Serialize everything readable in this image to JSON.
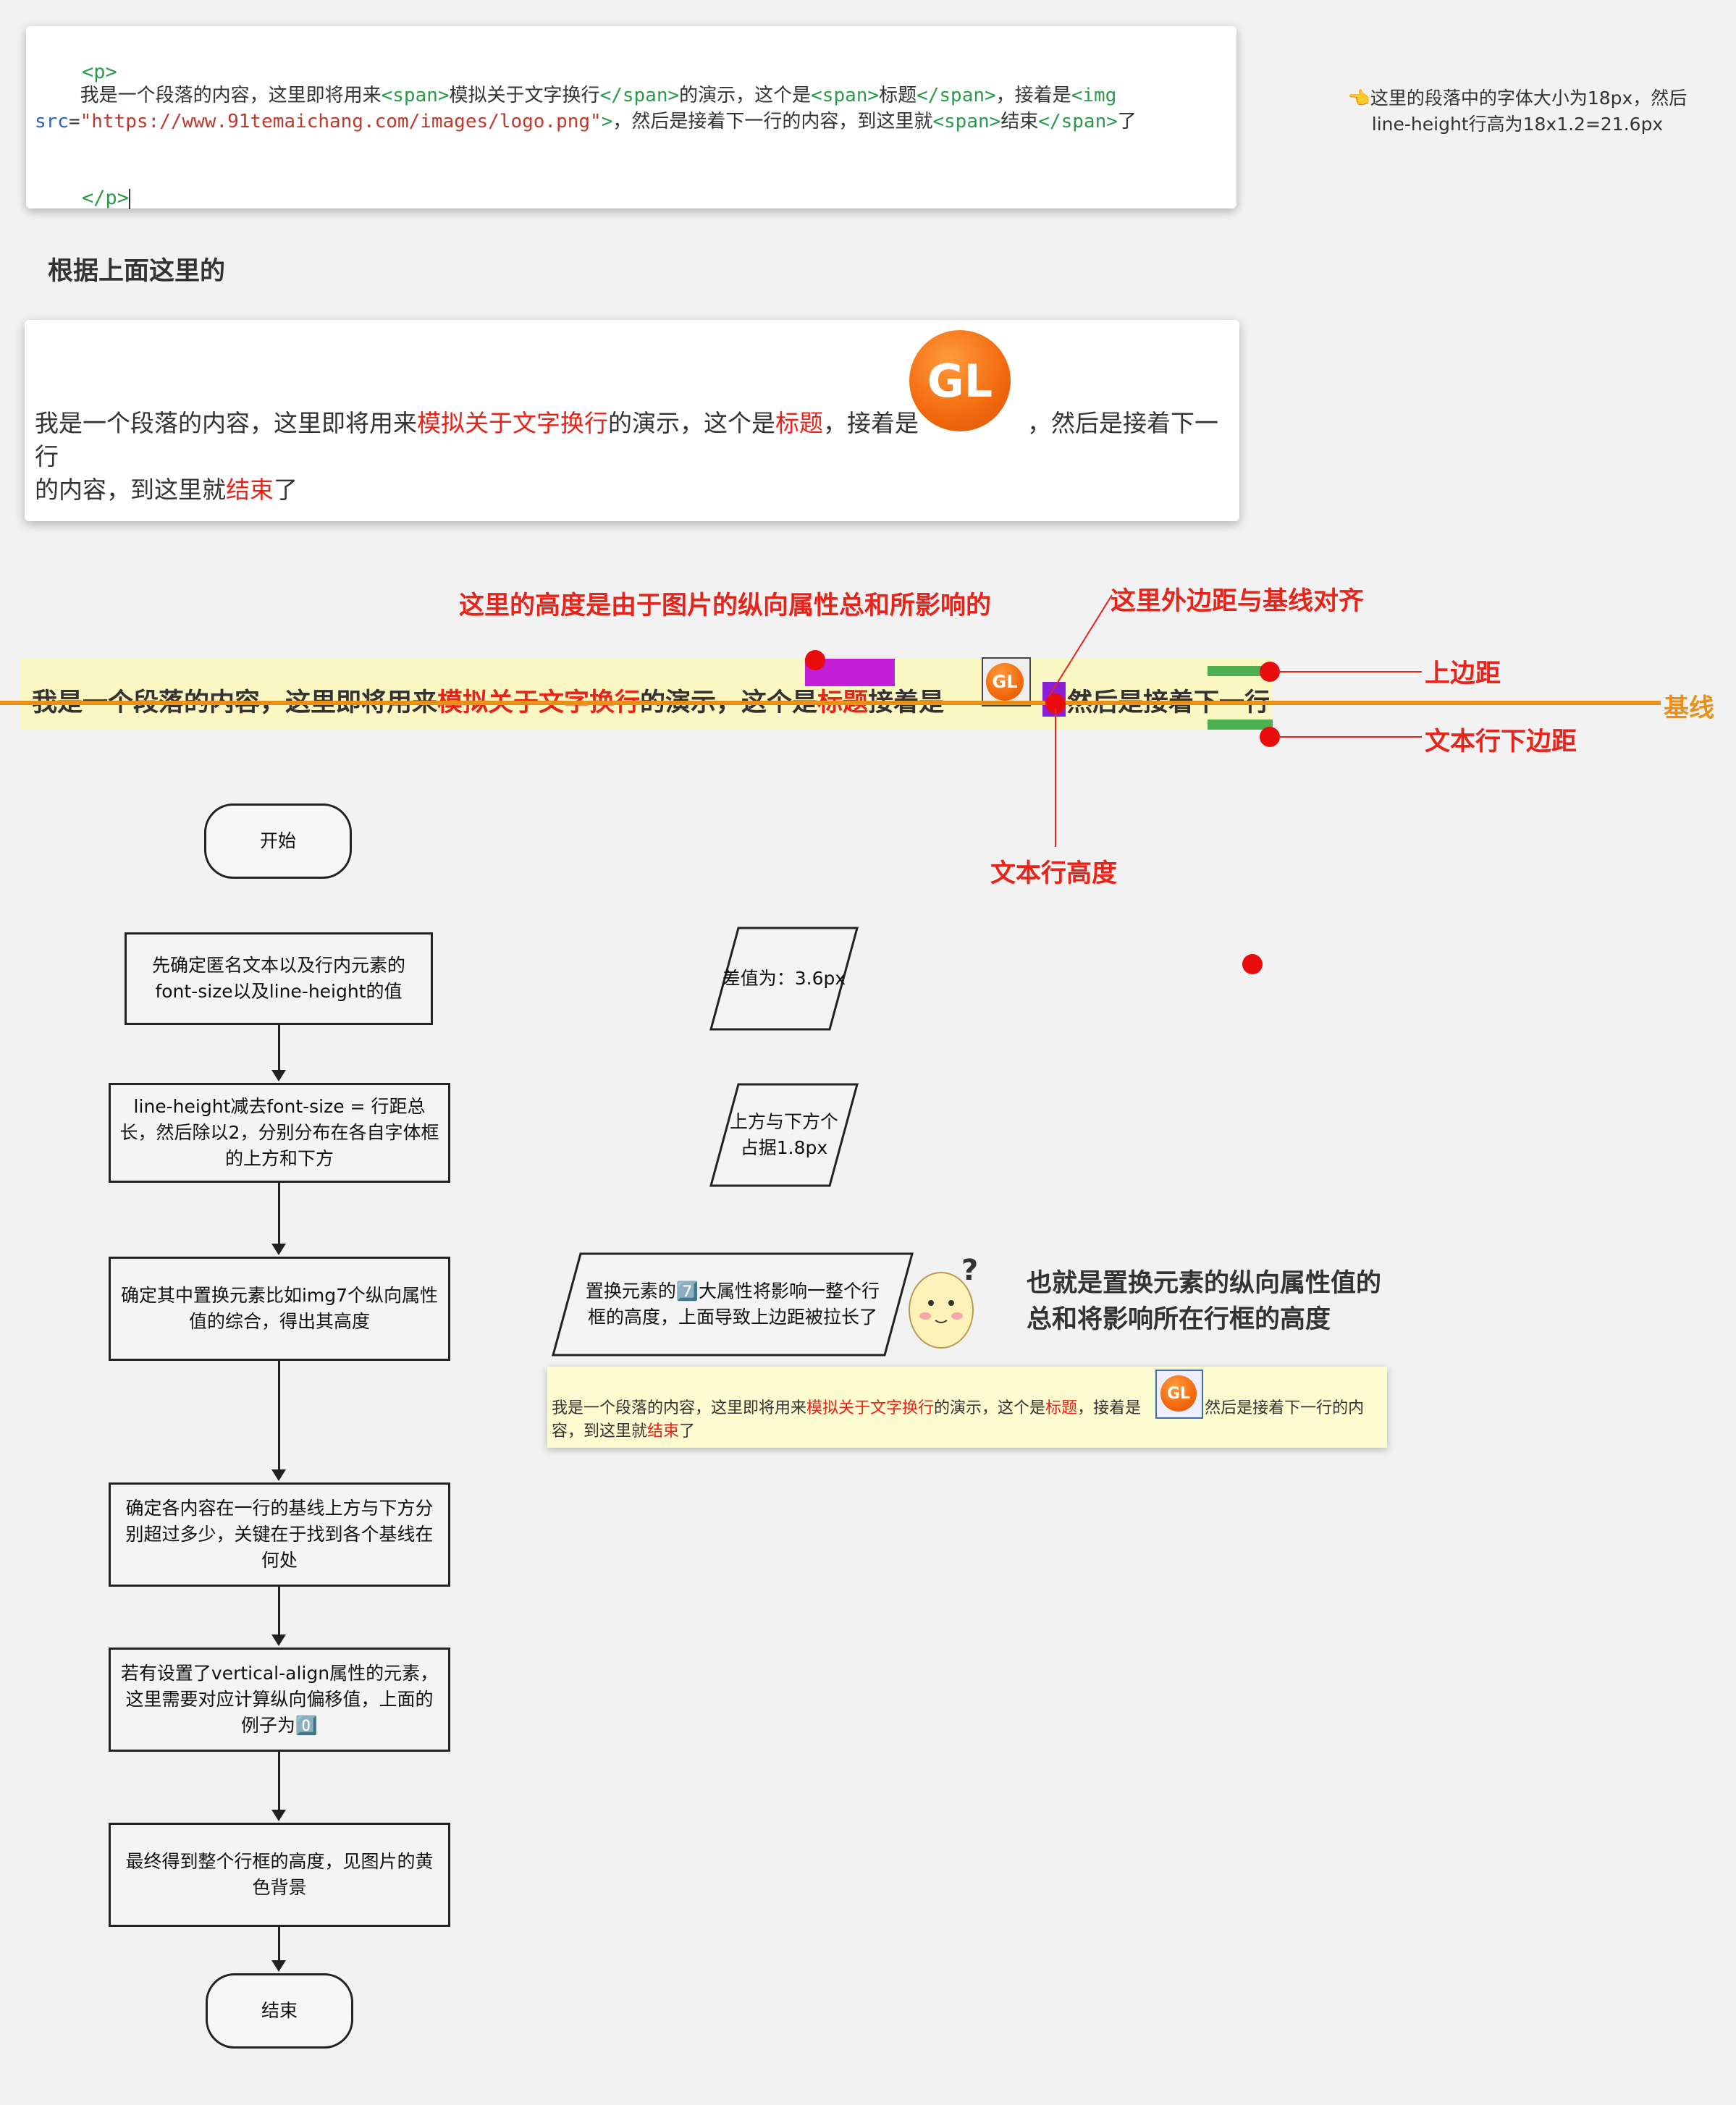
{
  "code_card": {
    "line1": "<p>",
    "line2_pre": "    我是一个段落的内容，这里即将用来",
    "span_open": "<span>",
    "span_close": "</span>",
    "t_mid1": "模拟关于文字换行",
    "t_mid2": "的演示，这个是",
    "t_mid3": "标题",
    "t_mid4": "，接着是",
    "img_open": "<img",
    "src_attr": "src",
    "src_eq": "=",
    "src_val": "\"https://www.91temaichang.com/images/logo.png\"",
    "img_close": ">",
    "t_mid5": "，然后是接着下一行的内容，到这里就",
    "t_mid6": "结束",
    "t_end": "了",
    "line_last": "</p>"
  },
  "side_note": {
    "line1": "👈这里的段落中的字体大小为18px，然后",
    "line2": "line-height行高为18x1.2=21.6px"
  },
  "heading": "根据上面这里的",
  "render_card": {
    "p1": "我是一个段落的内容，这里即将用来",
    "p2": "模拟关于文字换行",
    "p3": "的演示，这个是",
    "p4": "标题",
    "p5": "，接着是",
    "p6": "，然后是接着下一行",
    "p7": "的内容，到这里就",
    "p8": "结束",
    "p9": "了",
    "logo": "GL"
  },
  "annotations": {
    "height_note": "这里的高度是由于图片的纵向属性总和所影响的",
    "margin_note": "这里外边距与基线对齐",
    "top_margin": "上边距",
    "bottom_margin": "文本行下边距",
    "baseline": "基线",
    "line_height": "文本行高度"
  },
  "strip": {
    "s1": "我是一个段落的内容，这里即将用来",
    "s2": "模拟关于文字换行",
    "s3": "的演示，这个是",
    "s4": "标题",
    "s5": "接着是",
    "s6": "然后是接着下一行",
    "logo": "GL"
  },
  "flow": {
    "start": "开始",
    "step1": "先确定匿名文本以及行内元素的font-size以及line-height的值",
    "step2": "line-height减去font-size = 行距总长，然后除以2，分别分布在各自字体框的上方和下方",
    "step3": "确定其中置换元素比如img7个纵向属性值的综合，得出其高度",
    "step4": "确定各内容在一行的基线上方与下方分别超过多少，关键在于找到各个基线在何处",
    "step5": "若有设置了vertical-align属性的元素，这里需要对应计算纵向偏移值，上面的例子为0️⃣",
    "step6": "最终得到整个行框的高度，见图片的黄色背景",
    "end": "结束",
    "side1": "差值为：3.6px",
    "side2": "上方与下方个占据1.8px",
    "side3": "置换元素的7️⃣大属性将影响一整个行框的高度，上面导致上边距被拉长了"
  },
  "conclusion": {
    "line1": "也就是置换元素的纵向属性值的",
    "line2": "总和将影响所在行框的高度"
  },
  "mini": {
    "m1": "我是一个段落的内容，这里即将用来",
    "m2": "模拟关于文字换行",
    "m3": "的演示，这个是",
    "m4": "标题",
    "m5": "，接着是",
    "m6": "，然后是接着下一行的内",
    "m7": "容，到这里就",
    "m8": "结束",
    "m9": "了",
    "logo": "GL"
  },
  "colors": {
    "accent_red": "#e8231a",
    "baseline_orange": "#e8901a",
    "tag_green": "#2c9a4b",
    "highlight_yellow": "#fbf7c2",
    "purple": "#c21fd6",
    "green_bar": "#4caf50"
  }
}
